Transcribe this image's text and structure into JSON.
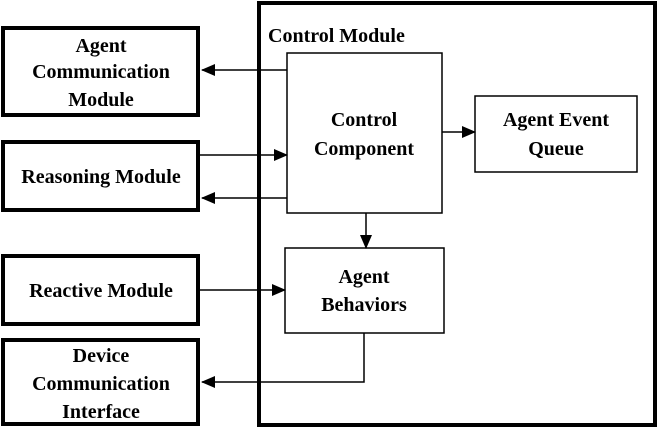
{
  "diagram": {
    "control_module": {
      "title": "Control Module"
    },
    "external_modules": {
      "agent_communication": [
        "Agent",
        "Communication",
        "Module"
      ],
      "reasoning": "Reasoning Module",
      "reactive": "Reactive Module",
      "device_communication": [
        "Device",
        "Communication",
        "Interface"
      ]
    },
    "internal_components": {
      "control_component": [
        "Control",
        "Component"
      ],
      "agent_event_queue": [
        "Agent Event",
        "Queue"
      ],
      "agent_behaviors": [
        "Agent",
        "Behaviors"
      ]
    }
  }
}
